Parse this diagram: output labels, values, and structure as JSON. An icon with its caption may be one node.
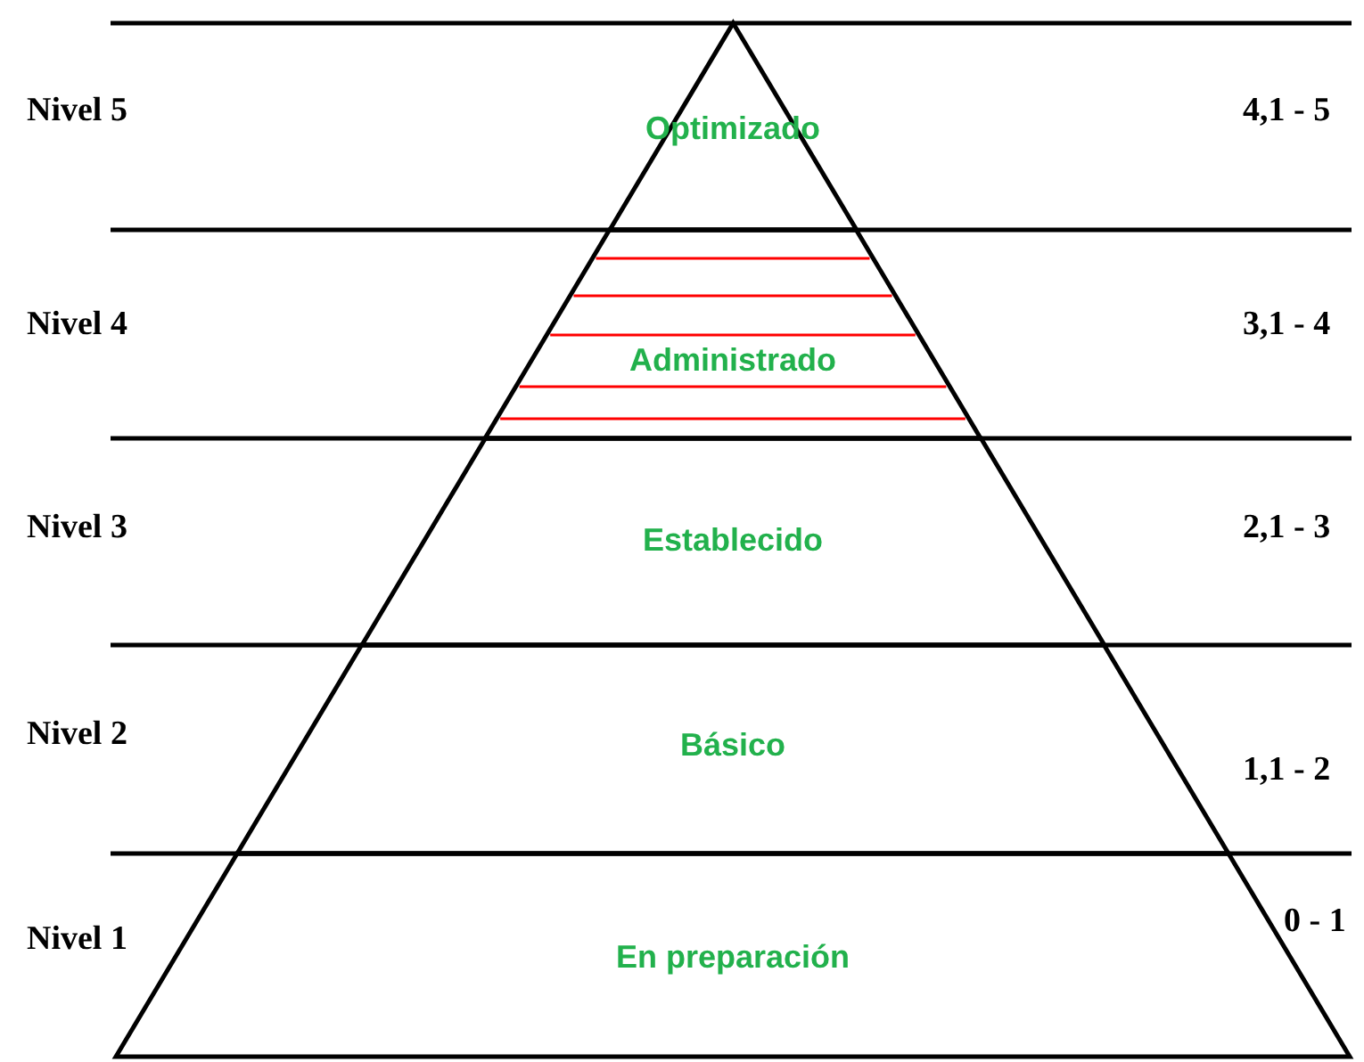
{
  "diagram": {
    "nodes": [
      {
        "text": [
          "Optimizado"
        ]
      },
      {
        "text": [
          "Administrado"
        ]
      },
      {
        "text": [
          "Establecido"
        ]
      },
      {
        "text": [
          "Básico"
        ]
      },
      {
        "text": [
          "En preparación"
        ]
      }
    ],
    "labels": [
      "Nivel 5",
      "4,1 - 5",
      "Nivel 4",
      "3,1 - 4",
      "Nivel 3",
      "2,1 - 3",
      "Nivel 2",
      "1,1 - 2",
      "Nivel 1",
      "0 - 1"
    ]
  }
}
